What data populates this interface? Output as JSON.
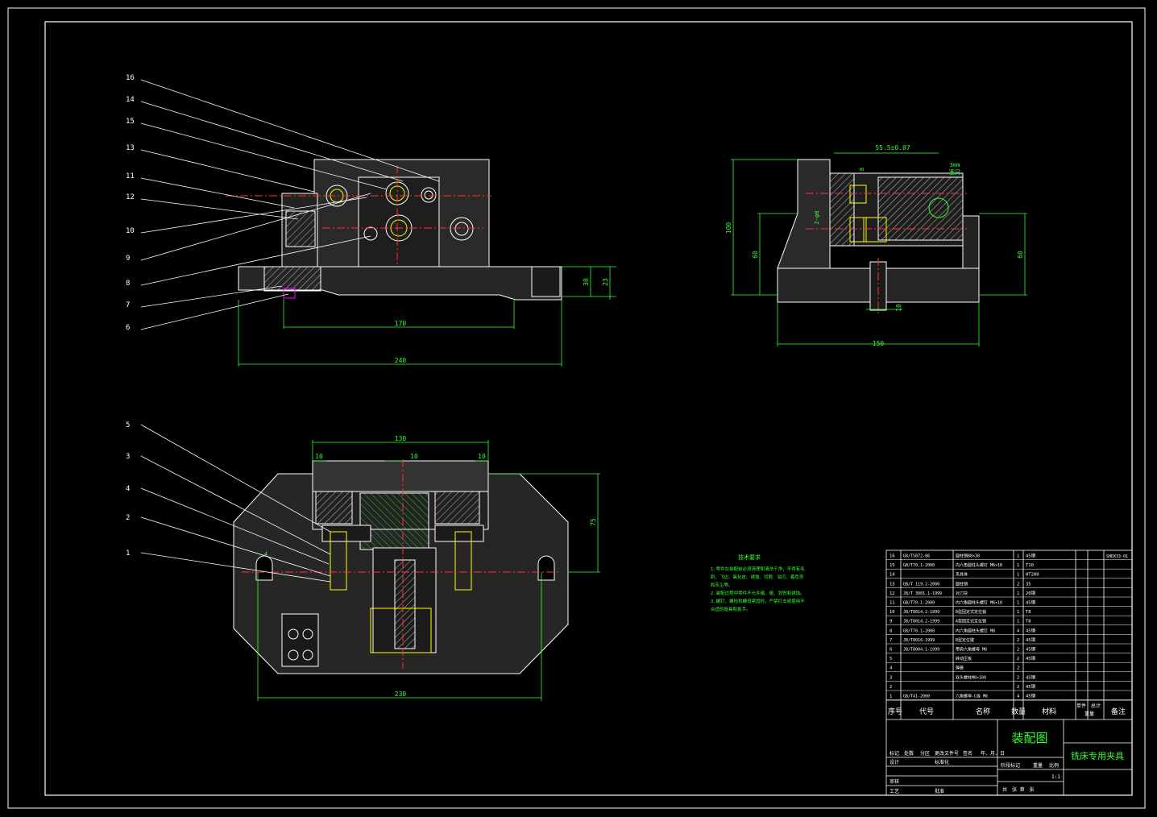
{
  "drawing": {
    "title": "装配图",
    "product_name": "铣床专用夹具",
    "scale": "1:1",
    "drawing_code": "SHDX33-01"
  },
  "balloons_top": [
    "16",
    "14",
    "15",
    "13",
    "11",
    "12",
    "10",
    "9",
    "8",
    "7",
    "6"
  ],
  "balloons_bottom": [
    "5",
    "3",
    "4",
    "2",
    "1"
  ],
  "dims_front": {
    "d170": "170",
    "d240": "240",
    "d30": "30",
    "d23": "23"
  },
  "dims_side": {
    "d55": "55.5±0.07",
    "d100": "100",
    "d60a": "60",
    "d60b": "60",
    "d150": "150",
    "d10": "10",
    "d2phi": "2-φ8",
    "d8": "8",
    "d3mm": "3mm",
    "dspacer": "塞尺"
  },
  "dims_plan": {
    "d130": "130",
    "d10a": "10",
    "d10b": "10",
    "d10c": "10",
    "d75": "75",
    "d230": "230",
    "d4": "4"
  },
  "tech_req": {
    "heading": "技术要求",
    "lines": [
      "1.零件在装配前必须清理和清洗干净，不得有毛",
      "刺、飞边、氧化皮、锈蚀、切屑、油污、着色剂",
      "和灰尘等。",
      "2.装配过程中零件不允许磕、碰、划伤和锈蚀。",
      "3.螺钉、螺栓和螺母紧固时，严禁打击或使用不",
      "合适的旋具和扳手。"
    ]
  },
  "parts_header": {
    "seq": "序号",
    "code": "代号",
    "name": "名称",
    "qty": "数量",
    "material": "材料",
    "single": "单件",
    "total": "总计",
    "weight": "重量",
    "remark": "备注"
  },
  "parts": [
    {
      "no": "16",
      "code": "GB/T5872-86",
      "name": "圆柱销B8×30",
      "qty": "1",
      "mat": "45钢"
    },
    {
      "no": "15",
      "code": "GB/T70.1-2000",
      "name": "内六角圆柱头螺钉 M6×10",
      "qty": "1",
      "mat": "T10"
    },
    {
      "no": "14",
      "code": "",
      "name": "夹具体",
      "qty": "1",
      "mat": "HT200"
    },
    {
      "no": "13",
      "code": "GB/T 119.2-2000",
      "name": "圆柱销",
      "qty": "2",
      "mat": "35"
    },
    {
      "no": "12",
      "code": "JB/T 3001.1-1999",
      "name": "对刀块",
      "qty": "1",
      "mat": "20钢"
    },
    {
      "no": "11",
      "code": "GB/T70.1-2000",
      "name": "内六角圆柱头螺钉 M6×10",
      "qty": "1",
      "mat": "45钢"
    },
    {
      "no": "10",
      "code": "JB/T8014.2-1999",
      "name": "B型固定式定位销",
      "qty": "1",
      "mat": "T8"
    },
    {
      "no": "9",
      "code": "JB/T8014.2-1999",
      "name": "A型固定式定位销",
      "qty": "1",
      "mat": "T8"
    },
    {
      "no": "8",
      "code": "GB/T70.1-2000",
      "name": "内六角圆柱头螺钉 M8",
      "qty": "4",
      "mat": "45钢"
    },
    {
      "no": "7",
      "code": "JB/T8016-1999",
      "name": "B型定位键",
      "qty": "2",
      "mat": "45钢"
    },
    {
      "no": "6",
      "code": "JB/T8004.1-1999",
      "name": "带肩六角螺母 M8",
      "qty": "2",
      "mat": "45钢"
    },
    {
      "no": "5",
      "code": "",
      "name": "转动压板",
      "qty": "2",
      "mat": "45钢"
    },
    {
      "no": "4",
      "code": "",
      "name": "弹簧",
      "qty": "2",
      "mat": ""
    },
    {
      "no": "3",
      "code": "",
      "name": "双头螺柱M8×100",
      "qty": "2",
      "mat": "45钢"
    },
    {
      "no": "2",
      "code": "",
      "name": "",
      "qty": "2",
      "mat": "45钢"
    },
    {
      "no": "1",
      "code": "GB/T41-2000",
      "name": "六角螺母-C级 M8",
      "qty": "4",
      "mat": "45钢"
    }
  ],
  "title_block": {
    "r1": [
      "标记",
      "处数",
      "分区",
      "更改文件号",
      "签名",
      "年、月、日"
    ],
    "design": "设计",
    "std": "标准化",
    "stage": "阶段标记",
    "weight": "重量",
    "ratio": "比例",
    "review": "审核",
    "process": "工艺",
    "approve": "批准",
    "sheets": "共　张 第　张"
  },
  "colors": {
    "line": "#ffffff",
    "dim": "#33ff33",
    "center": "#ff3333",
    "hidden": "#ffff00",
    "accent": "#ff00ff"
  }
}
